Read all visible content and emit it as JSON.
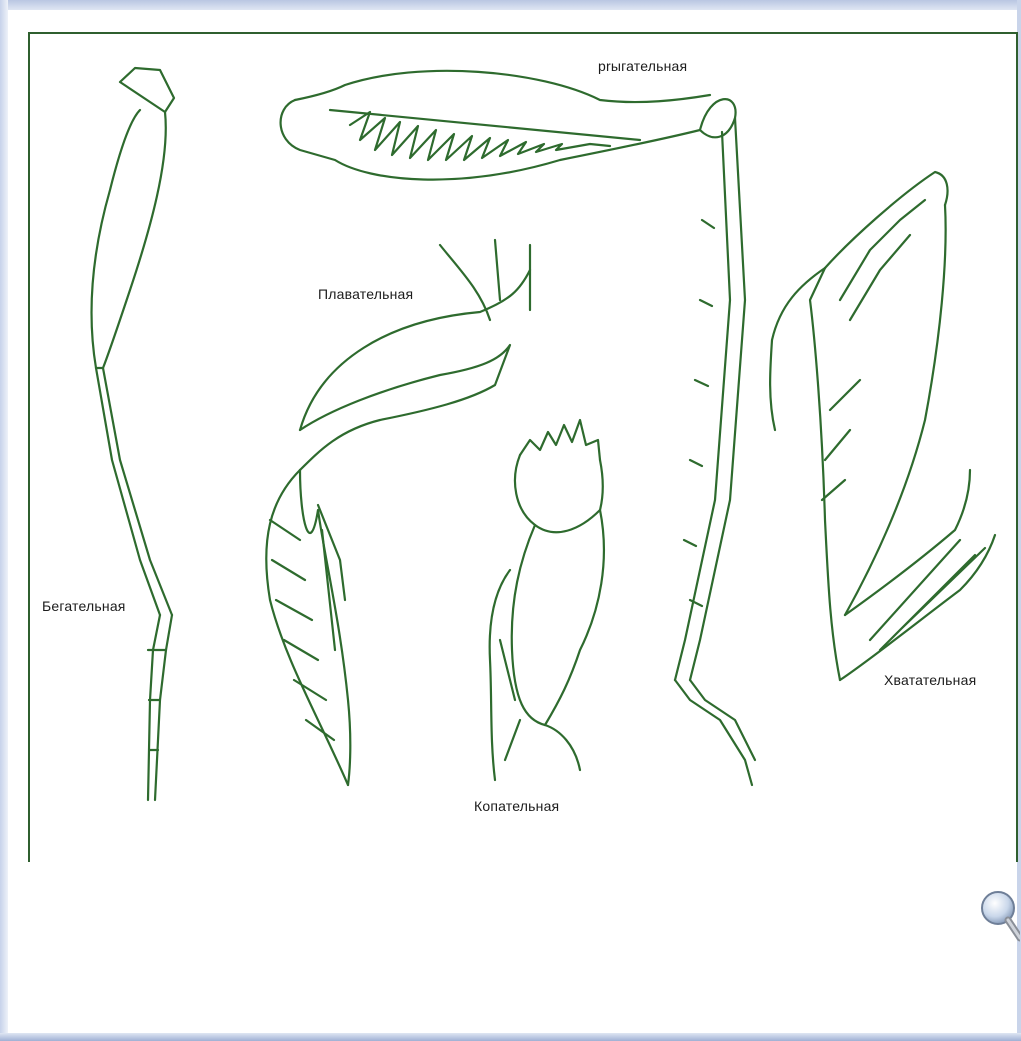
{
  "figure": {
    "labels": {
      "jumping": "рrыгательная",
      "walking": "Бегательная",
      "swimming": "Плавательная",
      "digging": "Копательная",
      "grasping": "Хватательная"
    },
    "line_color": "#2e6b2e"
  },
  "controls": {
    "zoom_icon": "magnifier-icon"
  }
}
